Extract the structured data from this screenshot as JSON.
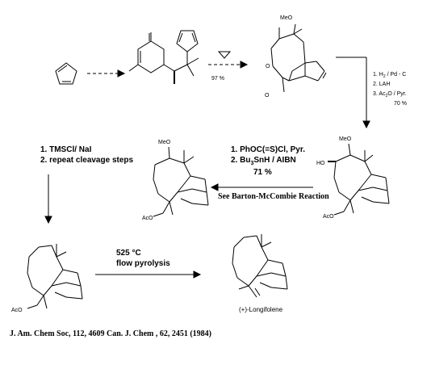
{
  "compounds": {
    "precursor_mp": "97 %",
    "ketone_meo": "MeO",
    "ketone_o": "O",
    "ketone_o2": "O",
    "alcohol_meo": "MeO",
    "alcohol_ho": "HO",
    "alcohol_aco": "AcO",
    "deoxy_meo": "MeO",
    "deoxy_aco": "AcO",
    "final_aco": "AcO",
    "product_name": "(+)-Longifolene"
  },
  "steps": {
    "step1": [
      "1. H",
      "2",
      " / Pd - C"
    ],
    "step1_line2": "2. LAH",
    "step1_line3": [
      "3. Ac",
      "2",
      "O / Pyr."
    ],
    "step1_yield": "70 %",
    "step2_line1": "1. PhOC(=S)Cl, Pyr.",
    "step2_line2": [
      "2. Bu",
      "3",
      "SnH / AIBN"
    ],
    "step2_yield": "71 %",
    "step2_note": "See Barton-McCombie Reaction",
    "step3_line1": "1. TMSCl/ NaI",
    "step3_line2": "2. repeat cleavage steps",
    "step4_line1": "525 °C",
    "step4_line2": "flow pyrolysis"
  },
  "reference": "J. Am. Chem Soc, 112, 4609    Can. J. Chem , 62, 2451 (1984)"
}
